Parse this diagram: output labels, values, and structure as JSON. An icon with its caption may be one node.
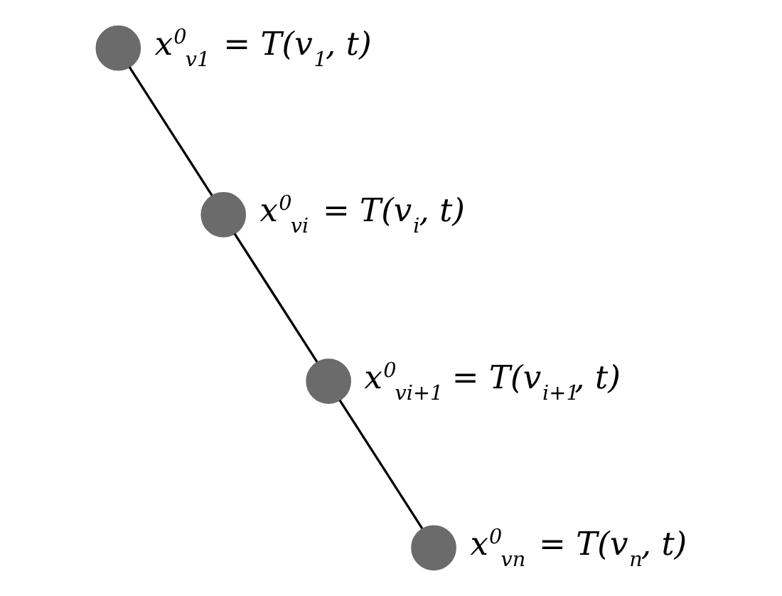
{
  "diagram": {
    "nodes": [
      {
        "text": [],
        "shape": "circle",
        "beside": [
          "x$^{0}$$_{v1}$ = T(v$_{1}$, t)"
        ]
      },
      {
        "text": [],
        "shape": "circle",
        "beside": [
          "x$^{0}$$_{vi}$ = T(v$_{i}$, t)"
        ]
      },
      {
        "text": [],
        "shape": "circle",
        "beside": [
          "x$^{0}$$_{vi+1}$ = T(v$_{i+1}$, t)"
        ]
      },
      {
        "text": [],
        "shape": "circle",
        "beside": [
          "x$^{0}$$_{vn}$ = T(v$_{n}$, t)"
        ]
      }
    ],
    "edges": [
      {
        "from": 0,
        "to": 1,
        "arrow": "none"
      },
      {
        "from": 1,
        "to": 2,
        "arrow": "none"
      },
      {
        "from": 2,
        "to": 3,
        "arrow": "none"
      }
    ]
  }
}
